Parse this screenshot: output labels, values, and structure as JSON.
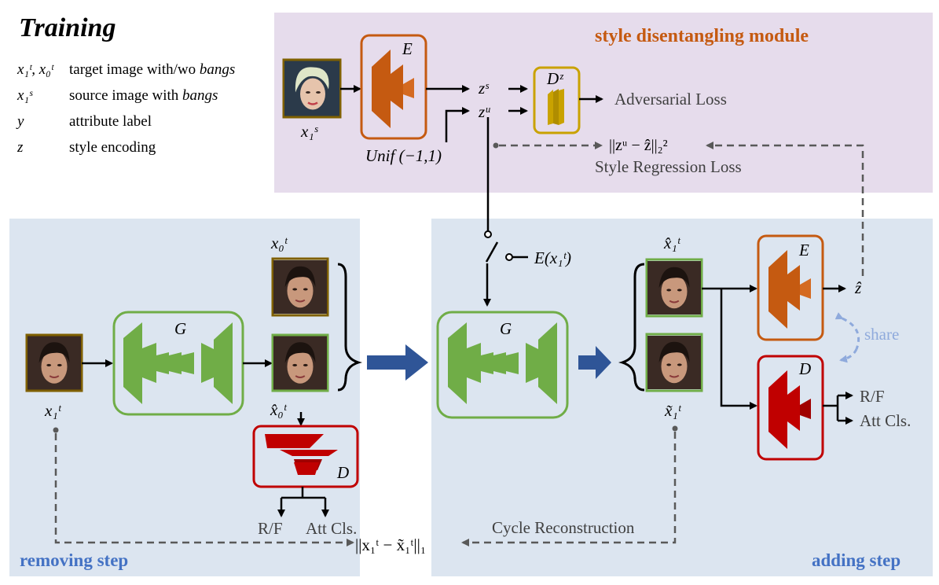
{
  "title": "Training",
  "legend": [
    {
      "symbol": "x₁ᵗ, x₀ᵗ",
      "desc_plain": "target image with/wo",
      "desc_ital": "bangs"
    },
    {
      "symbol": "x₁ˢ",
      "desc_plain": "source image with",
      "desc_ital": "bangs"
    },
    {
      "symbol": "y",
      "desc_plain": "attribute label",
      "desc_ital": ""
    },
    {
      "symbol": "z",
      "desc_plain": "style encoding",
      "desc_ital": ""
    }
  ],
  "module_title": "style disentangling module",
  "labels": {
    "x1s": "x₁ˢ",
    "E_top": "E",
    "zs": "zˢ",
    "zu": "zᵘ",
    "Dz": "Dᶻ",
    "adv_loss": "Adversarial Loss",
    "unif": "Unif (−1,1)",
    "reg_formula": "||zᵘ − ẑ||₂²",
    "reg_loss": "Style Regression Loss",
    "x0t": "x₀ᵗ",
    "G_left": "G",
    "x1t": "x₁ᵗ",
    "x0hat": "x̂₀ᵗ",
    "D_left": "D",
    "rf_left": "R/F",
    "att_left": "Att Cls.",
    "E_x1t": "E(x₁ᵗ)",
    "G_right": "G",
    "x1hat": "x̂₁ᵗ",
    "x1tilde": "x̃₁ᵗ",
    "E_right": "E",
    "zhat": "ẑ",
    "share": "share",
    "D_right": "D",
    "rf_right": "R/F",
    "att_right": "Att Cls.",
    "cycle": "Cycle Reconstruction",
    "cycle_formula": "||x₁ᵗ − x̃₁ᵗ||₁",
    "removing": "removing step",
    "adding": "adding step"
  },
  "colors": {
    "module_bg": "#e6dcec",
    "step_bg": "#dce5f0",
    "orange": "#c55a11",
    "green": "#70ad47",
    "red": "#c00000",
    "gold": "#c9a200",
    "brown": "#7f6000",
    "blue_text": "#4472c4",
    "arrow_blue": "#2f5597",
    "share_blue": "#8faadc"
  },
  "icons": [
    "face-photo",
    "encoder-block",
    "generator-block",
    "discriminator-block",
    "switch-icon"
  ]
}
